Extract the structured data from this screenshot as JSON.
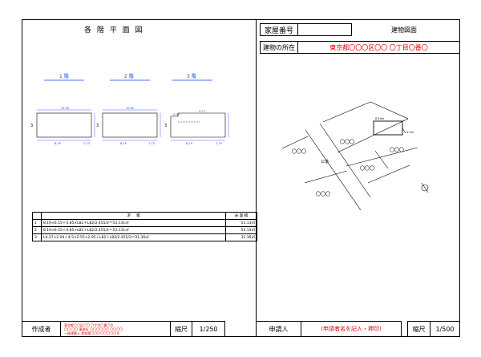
{
  "header": {
    "left_title": "各 階 平 面 図",
    "house_number_label": "家屋番号",
    "house_number_value": "",
    "right_title": "建物図面",
    "location_label": "建物の所在",
    "location_value": "東京都〇〇〇区〇〇 〇丁目〇番〇"
  },
  "floor_labels": [
    "1 階",
    "2 階",
    "3 階"
  ],
  "area_table": {
    "header_calc": "求 　 積",
    "header_area": "床 面 積",
    "rows": [
      {
        "no": "1",
        "calc": "8.19×6.55＋4.85×L82＋L82/2.455/2＝53.131㎡",
        "area": "53.13㎡"
      },
      {
        "no": "2",
        "calc": "8.19×6.55＋4.85×L82＋L82/2.455/2＝53.131㎡",
        "area": "53.13㎡"
      },
      {
        "no": "3",
        "calc": "L4.37×2.04＋4.5×2.55×2.95＋L82＋L82/2.455/2＝31.36㎡",
        "area": "31.36㎡"
      }
    ]
  },
  "site_map": {
    "road_label": "公道",
    "labels": [
      "〇〇〇",
      "〇〇〇",
      "〇〇〇",
      "〇〇〇",
      "〇〇〇"
    ]
  },
  "footer": {
    "creator_label": "作成者",
    "creator_lines": [
      "東京都〇〇区〇〇 〇丁目〇番〇号",
      "〇〇 〇〇 事務所 〇〇〇〇〇〇 〇〇〇〇",
      "一級建築士 登録第〇〇〇〇〇〇〇〇号"
    ],
    "scale_label_left": "縮尺",
    "scale_value_left": "1/250",
    "applicant_label": "申請人",
    "applicant_value": "(申請者名を記入・押印)",
    "scale_label_right": "縮尺",
    "scale_value_right": "1/500"
  }
}
